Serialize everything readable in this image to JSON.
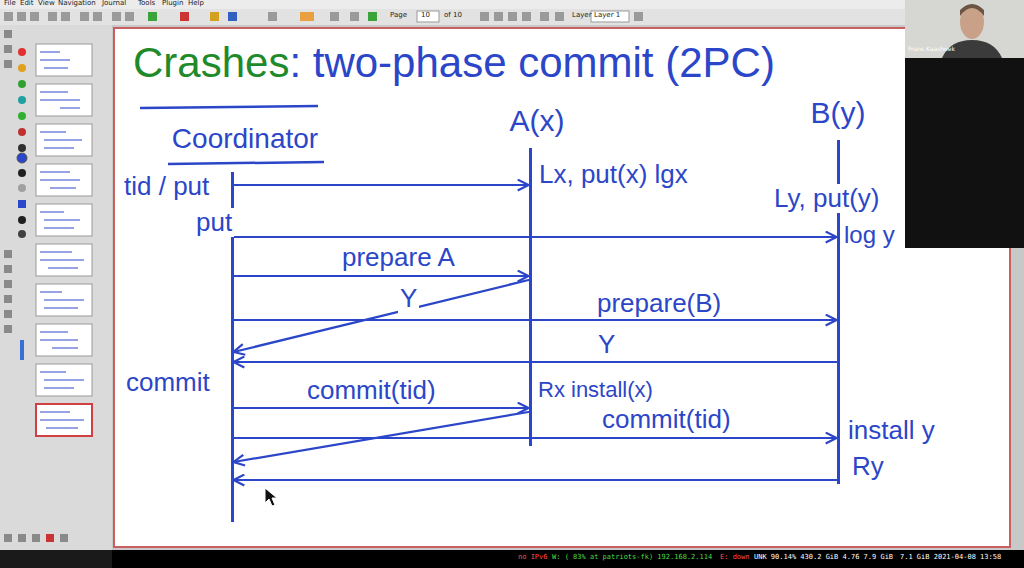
{
  "diagram": {
    "title": "Crashes: two-phase commit (2PC)",
    "nodes": [
      {
        "text": [
          "Coordinator"
        ]
      },
      {
        "text": [
          "A(x)"
        ]
      },
      {
        "text": [
          "B(y)"
        ]
      }
    ],
    "edges": [
      {
        "from": 0,
        "to": 1,
        "arrow": "to"
      },
      {
        "from": 0,
        "to": 2,
        "arrow": "to"
      },
      {
        "from": 0,
        "to": 1,
        "label": "prepare A",
        "arrow": "to"
      },
      {
        "from": 1,
        "to": 0,
        "label": "Y",
        "arrow": "to"
      },
      {
        "from": 0,
        "to": 2,
        "label": "prepare(B)",
        "arrow": "to"
      },
      {
        "from": 2,
        "to": 0,
        "label": "Y",
        "arrow": "to"
      },
      {
        "from": 0,
        "to": 1,
        "label": "commit(tid)",
        "arrow": "to"
      },
      {
        "from": 1,
        "to": 0,
        "arrow": "to"
      },
      {
        "from": 0,
        "to": 2,
        "label": "commit(tid)",
        "arrow": "to"
      },
      {
        "from": 2,
        "to": 0,
        "arrow": "to"
      }
    ],
    "labels": [
      "tid / put",
      "put",
      "Lx, put(x) lgx",
      "Ly, put(y)",
      "log y",
      "commit",
      "Rx install(x)",
      "install y",
      "Ry",
      "File",
      "Edit",
      "View",
      "Navigation",
      "Journal",
      "Tools",
      "Plugin",
      "Help",
      "Page",
      "10",
      "of 10",
      "Layer",
      "Layer 1",
      "Frans Kaashoek",
      "no IPv6",
      "W: ( 83% at patriots-fk) 192.168.2.114",
      "E: down",
      "UNK 90.14% 430.2 GiB 4.76 7.9 GiB",
      "7.1 GiB 2021-04-08 13:58"
    ]
  }
}
